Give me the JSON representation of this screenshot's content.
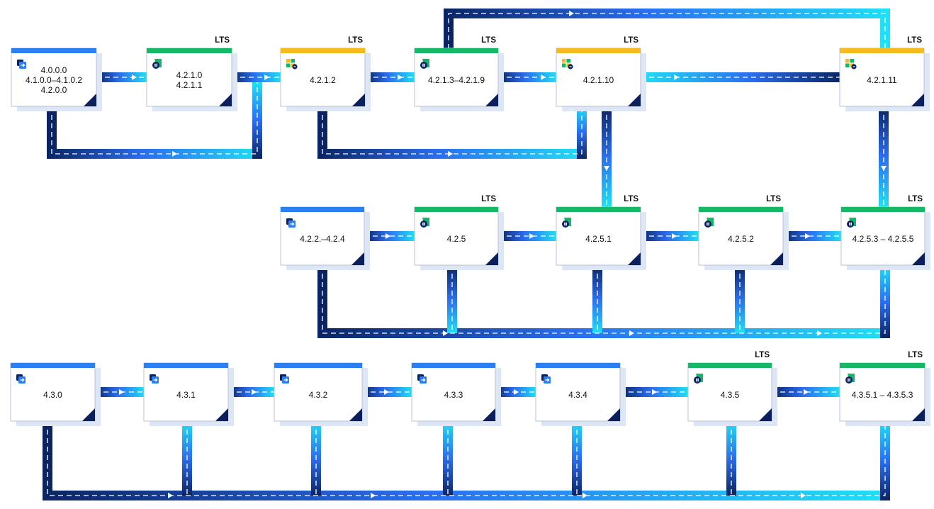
{
  "colors": {
    "dark": "#0a2463",
    "mid": "#2a6ef0",
    "cyan": "#1fe0f5",
    "header_blue": "#2b7ff0",
    "header_green": "#14b866",
    "header_yellow": "#f6b91f",
    "shadow": "#dde6f5",
    "corner": "#0a1f5c"
  },
  "lts_text": "LTS",
  "nodes": [
    {
      "id": "n1",
      "color": "blue",
      "icon": "migrate-icon",
      "lts": false,
      "lines": [
        "4.0.0.0",
        "4.1.0.0–4.1.0.2",
        "4.2.0.0"
      ]
    },
    {
      "id": "n2",
      "color": "green",
      "icon": "pause-icon",
      "lts": true,
      "lines": [
        "4.2.1.0",
        "4.2.1.1"
      ]
    },
    {
      "id": "n3",
      "color": "yellow",
      "icon": "database-icon",
      "lts": true,
      "lines": [
        "4.2.1.2"
      ]
    },
    {
      "id": "n4",
      "color": "green",
      "icon": "pause-icon",
      "lts": true,
      "lines": [
        "4.2.1.3–4.2.1.9"
      ]
    },
    {
      "id": "n5",
      "color": "yellow",
      "icon": "database-icon",
      "lts": true,
      "lines": [
        "4.2.1.10"
      ]
    },
    {
      "id": "n6",
      "color": "yellow",
      "icon": "database-icon",
      "lts": true,
      "lines": [
        "4.2.1.11"
      ]
    },
    {
      "id": "n7",
      "color": "blue",
      "icon": "migrate-icon",
      "lts": false,
      "lines": [
        "4.2.2.–4.2.4"
      ]
    },
    {
      "id": "n8",
      "color": "green",
      "icon": "pause-icon",
      "lts": true,
      "lines": [
        "4.2.5"
      ]
    },
    {
      "id": "n9",
      "color": "green",
      "icon": "pause-icon",
      "lts": true,
      "lines": [
        "4.2.5.1"
      ]
    },
    {
      "id": "n10",
      "color": "green",
      "icon": "pause-icon",
      "lts": true,
      "lines": [
        "4.2.5.2"
      ]
    },
    {
      "id": "n11",
      "color": "green",
      "icon": "pause-icon",
      "lts": true,
      "lines": [
        "4.2.5.3 – 4.2.5.5"
      ]
    },
    {
      "id": "n12",
      "color": "blue",
      "icon": "migrate-icon",
      "lts": false,
      "lines": [
        "4.3.0"
      ]
    },
    {
      "id": "n13",
      "color": "blue",
      "icon": "migrate-icon",
      "lts": false,
      "lines": [
        "4.3.1"
      ]
    },
    {
      "id": "n14",
      "color": "blue",
      "icon": "migrate-icon",
      "lts": false,
      "lines": [
        "4.3.2"
      ]
    },
    {
      "id": "n15",
      "color": "blue",
      "icon": "migrate-icon",
      "lts": false,
      "lines": [
        "4.3.3"
      ]
    },
    {
      "id": "n16",
      "color": "blue",
      "icon": "migrate-icon",
      "lts": false,
      "lines": [
        "4.3.4"
      ]
    },
    {
      "id": "n17",
      "color": "green",
      "icon": "pause-icon",
      "lts": true,
      "lines": [
        "4.3.5"
      ]
    },
    {
      "id": "n18",
      "color": "green",
      "icon": "pause-icon",
      "lts": true,
      "lines": [
        "4.3.5.1 – 4.3.5.3"
      ]
    }
  ],
  "edges": [
    {
      "from": "n1",
      "to": "n2"
    },
    {
      "from": "n2",
      "to": "n3"
    },
    {
      "from": "n1",
      "to": "n3"
    },
    {
      "from": "n3",
      "to": "n4"
    },
    {
      "from": "n4",
      "to": "n5"
    },
    {
      "from": "n3",
      "to": "n5"
    },
    {
      "from": "n4",
      "to": "n6"
    },
    {
      "from": "n5",
      "to": "n6"
    },
    {
      "from": "n5",
      "to": "n9"
    },
    {
      "from": "n6",
      "to": "n11"
    },
    {
      "from": "n7",
      "to": "n8"
    },
    {
      "from": "n8",
      "to": "n9"
    },
    {
      "from": "n9",
      "to": "n10"
    },
    {
      "from": "n10",
      "to": "n11"
    },
    {
      "from": "n7",
      "to": "n11"
    },
    {
      "from": "n12",
      "to": "n13"
    },
    {
      "from": "n13",
      "to": "n14"
    },
    {
      "from": "n14",
      "to": "n15"
    },
    {
      "from": "n15",
      "to": "n16"
    },
    {
      "from": "n16",
      "to": "n17"
    },
    {
      "from": "n17",
      "to": "n18"
    },
    {
      "from": "n12",
      "to": "n18"
    }
  ]
}
